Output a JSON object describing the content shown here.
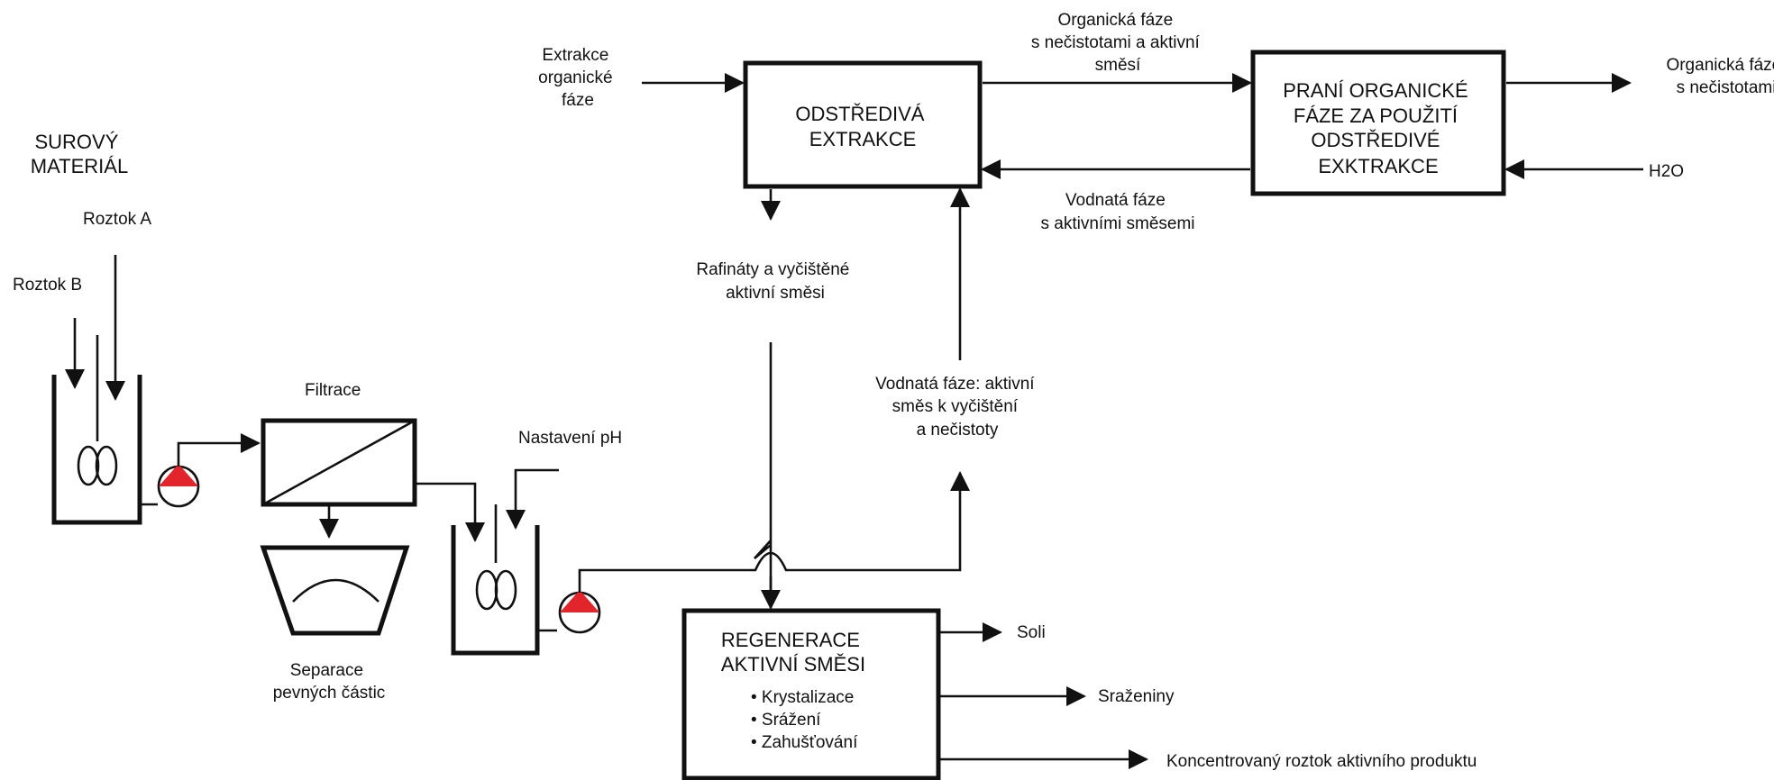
{
  "labels": {
    "extrakce_organicke_faze": [
      "Extrakce",
      "organické",
      "fáze"
    ],
    "organicka_faze_top": [
      "Organická fáze",
      "s nečistotami a aktivní",
      "směsí"
    ],
    "organicka_faze_out": [
      "Organická fáze",
      "s nečistotami"
    ],
    "h2o": "H2O",
    "vodnata_faze_top": [
      "Vodnatá fáze",
      "s aktivními směsemi"
    ],
    "surovy_material": [
      "SUROVÝ",
      "MATERIÁL"
    ],
    "roztok_a": "Roztok A",
    "roztok_b": "Roztok B",
    "rafinaty": [
      "Rafináty a vyčištěné",
      "aktivní směsi"
    ],
    "vodnata_faze_mid": [
      "Vodnatá fáze: aktivní",
      "směs k vyčištění",
      "a nečistoty"
    ],
    "filtrace": "Filtrace",
    "nastaveni_ph": "Nastavení pH",
    "separace": [
      "Separace",
      "pevných částic"
    ],
    "soli": "Soli",
    "srazeniny": "Sraženiny",
    "koncentrovany": "Koncentrovaný roztok aktivního produktu"
  },
  "boxes": {
    "odstrediva": [
      "ODSTŘEDIVÁ",
      "EXTRAKCE"
    ],
    "prani": [
      "PRANÍ ORGANICKÉ",
      "FÁZE ZA POUŽITÍ",
      "ODSTŘEDIVÉ",
      "EXKTRAKCE"
    ],
    "regenerace_title": [
      "REGENERACE",
      "AKTIVNÍ SMĚSI"
    ],
    "regenerace_items": [
      "• Krystalizace",
      "• Srážení",
      "• Zahušťování"
    ]
  },
  "colors": {
    "line": "#111111",
    "pump_fill": "#e1252b"
  }
}
